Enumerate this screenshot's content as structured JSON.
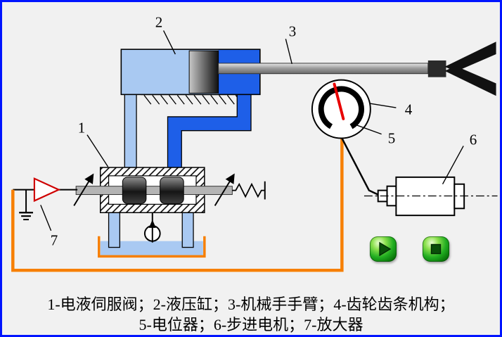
{
  "frame": {
    "border_color": "#0014ff",
    "background_color": "#f1f1f1"
  },
  "part_labels": {
    "n1": "1",
    "n2": "2",
    "n3": "3",
    "n4": "4",
    "n5": "5",
    "n6": "6",
    "n7": "7"
  },
  "caption": {
    "line1": "1-电液伺服阀；2-液压缸；3-机械手手臂；4-齿轮齿条机构；",
    "line2": "5-电位器；6-步进电机；7-放大器"
  },
  "controls": {
    "play_icon": "play-triangle",
    "stop_icon": "stop-square"
  },
  "colors": {
    "frame_border_blue": "#0014ff",
    "fluid_dark_blue": "#1e5fe8",
    "fluid_light_blue": "#a9c9f2",
    "signal_wire_orange": "#f77f00",
    "amplifier_outline_red": "#cf0000",
    "needle_red": "#e80000",
    "button_green": "#21ad21"
  }
}
